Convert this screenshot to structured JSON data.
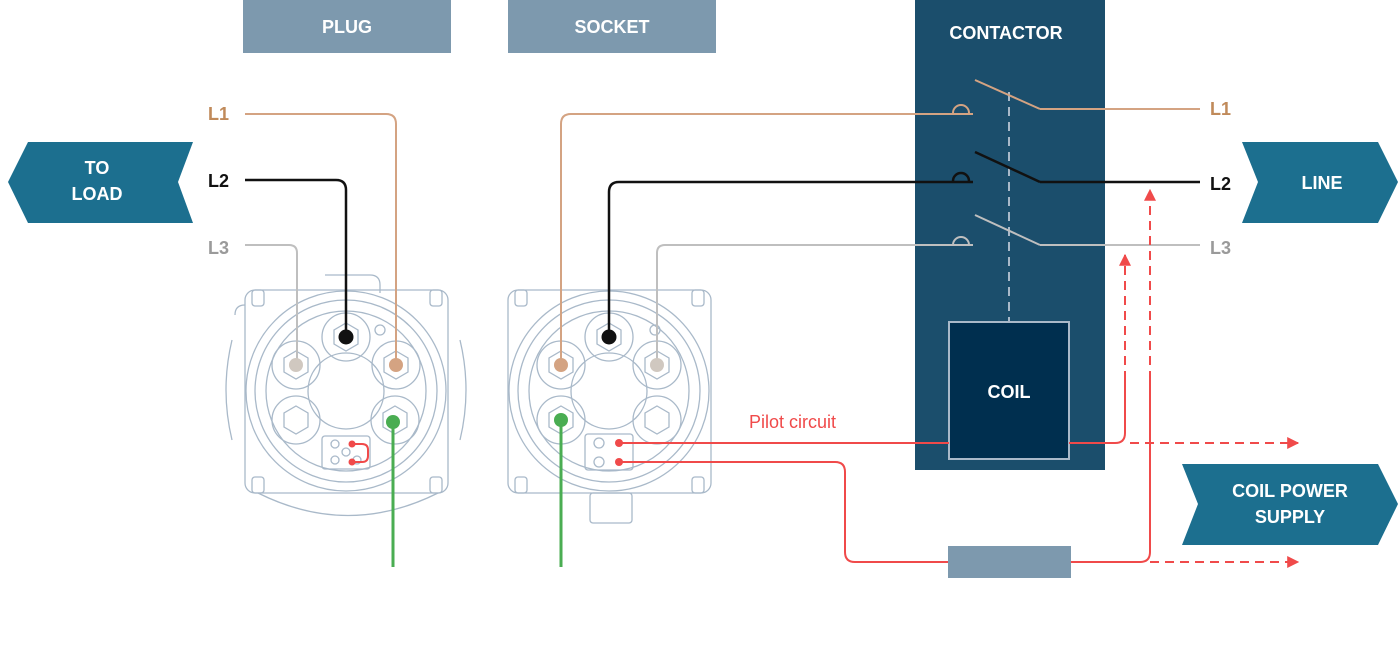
{
  "header": {
    "plug": "PLUG",
    "socket": "SOCKET",
    "contactor": "CONTACTOR"
  },
  "arrows": {
    "to_load_line1": "TO",
    "to_load_line2": "LOAD",
    "line": "LINE",
    "coil_power_line1": "COIL POWER",
    "coil_power_line2": "SUPPLY"
  },
  "phases_left": {
    "l1": "L1",
    "l2": "L2",
    "l3": "L3"
  },
  "phases_right": {
    "l1": "L1",
    "l2": "L2",
    "l3": "L3"
  },
  "coil": "COIL",
  "pilot_label": "Pilot circuit",
  "colors": {
    "header_box": "#7d99ae",
    "contactor_dark": "#1b4e6c",
    "coil_box": "#002f4f",
    "arrow_teal": "#1c6f8f",
    "l1": "#d4a382",
    "l1_label": "#c08a5a",
    "l2": "#111111",
    "l3": "#bfbfbf",
    "l3_label": "#9a9a9a",
    "pilot_red": "#f04a4a",
    "ground_green": "#4aad52",
    "outline": "#a9b9c9"
  }
}
